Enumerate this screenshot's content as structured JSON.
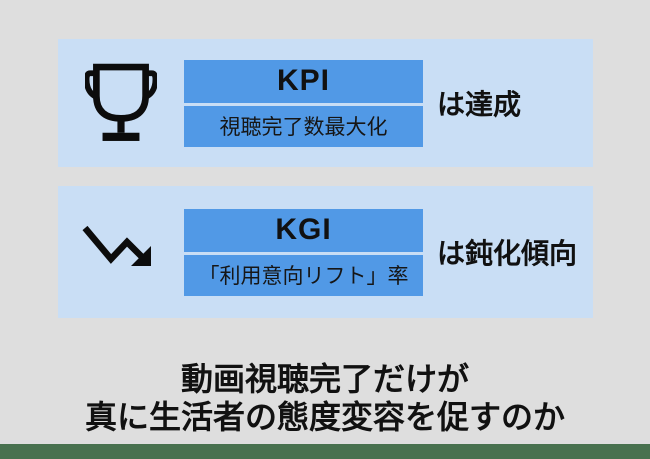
{
  "page": {
    "background_color": "#dedede",
    "panel_color": "#c9def5",
    "box_color": "#5199e6",
    "footer_bar_color": "#48714f",
    "text_color": "#111111"
  },
  "panels": [
    {
      "icon": "trophy-icon",
      "metric": "KPI",
      "description": "視聴完了数最大化",
      "status": "は達成"
    },
    {
      "icon": "trending-down-icon",
      "metric": "KGI",
      "description": "「利用意向リフト」率",
      "status": "は鈍化傾向"
    }
  ],
  "headline": {
    "line1": "動画視聴完了だけが",
    "line2": "真に生活者の態度変容を促すのか"
  }
}
